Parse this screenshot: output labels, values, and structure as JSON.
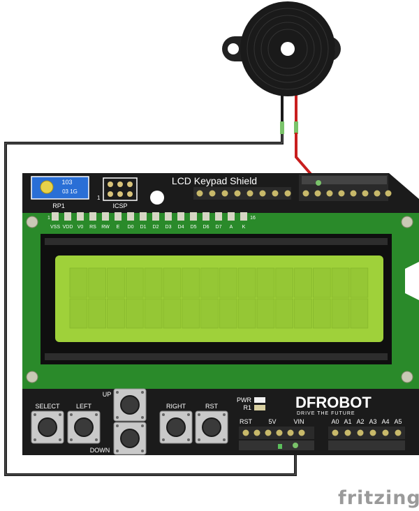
{
  "board": {
    "title": "LCD Keypad Shield",
    "pot_label": "RP1",
    "pot_marking_1": "103",
    "pot_marking_2": "03 1G",
    "icsp_label": "ICSP",
    "icsp_pin_one": "1",
    "lcd_pin_start": "1",
    "lcd_pin_end": "16",
    "lcd_pins": [
      "VSS",
      "VDD",
      "V0",
      "RS",
      "RW",
      "E",
      "D0",
      "D1",
      "D2",
      "D3",
      "D4",
      "D5",
      "D6",
      "D7",
      "A",
      "K"
    ],
    "buttons": {
      "select": "SELECT",
      "left": "LEFT",
      "up": "UP",
      "down": "DOWN",
      "right": "RIGHT",
      "rst": "RST"
    },
    "pwr_label": "PWR",
    "r1_label": "R1",
    "brand": "DFROBOT",
    "tagline": "DRIVE THE FUTURE",
    "power_header": [
      "RST",
      "5V",
      "VIN"
    ],
    "analog_header": [
      "A0",
      "A1",
      "A2",
      "A3",
      "A4",
      "A5"
    ]
  },
  "watermark": "fritzing",
  "colors": {
    "board": "#1b1b1b",
    "pcb_green": "#2a8a2a",
    "lcd_screen": "#9fd13a",
    "wire_black": "#1a1a1a",
    "wire_red": "#c81e1e",
    "pot_blue": "#2a6fd6"
  }
}
